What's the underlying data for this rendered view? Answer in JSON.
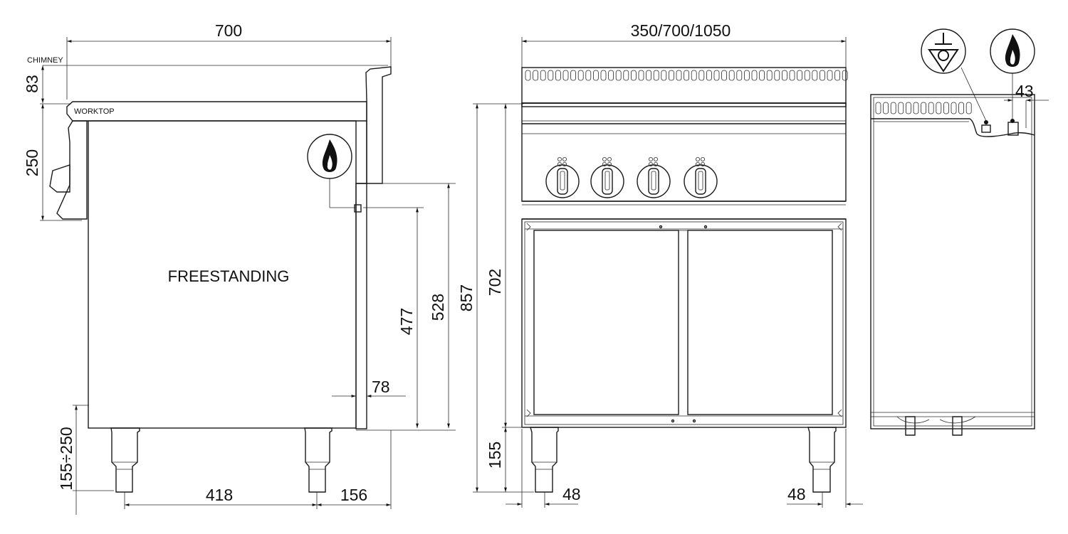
{
  "side_view": {
    "width_label": "700",
    "chimney_label": "CHIMNEY",
    "worktop_label": "WORKTOP",
    "chimney_height": "83",
    "panel_height": "250",
    "freestanding_label": "FREESTANDING",
    "gas_inlet_height_1": "477",
    "gas_inlet_height_2": "528",
    "gas_inlet_offset": "78",
    "leg_height": "155÷250",
    "leg_spacing": "418",
    "rear_offset": "156"
  },
  "front_view": {
    "width_label": "350/700/1050",
    "total_height": "857",
    "body_height": "702",
    "leg_height": "155",
    "leg_left_offset": "48",
    "leg_right_offset": "48"
  },
  "rear_view": {
    "gas_offset": "43",
    "icons": [
      "equipotential-icon",
      "gas-flame-icon"
    ]
  }
}
